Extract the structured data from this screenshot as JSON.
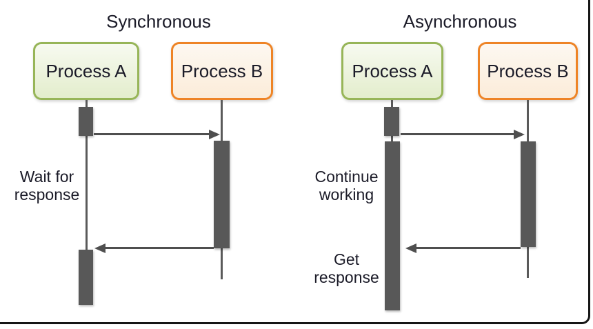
{
  "colors": {
    "process_a_border": "#97b558",
    "process_a_fill_top": "#f7faf0",
    "process_a_fill_bottom": "#e3edcc",
    "process_b_border": "#ee8426",
    "process_b_fill_top": "#fdf8f1",
    "process_b_fill_bottom": "#fbecd9",
    "activation_gray": "#585858",
    "arrow_gray": "#4f4f4f",
    "text": "#1b1b28",
    "frame": "#161616"
  },
  "sync": {
    "title": "Synchronous",
    "process_a": "Process A",
    "process_b": "Process B",
    "wait_label": "Wait for response"
  },
  "async": {
    "title": "Asynchronous",
    "process_a": "Process A",
    "process_b": "Process B",
    "continue_label": "Continue working",
    "get_label": "Get response"
  }
}
